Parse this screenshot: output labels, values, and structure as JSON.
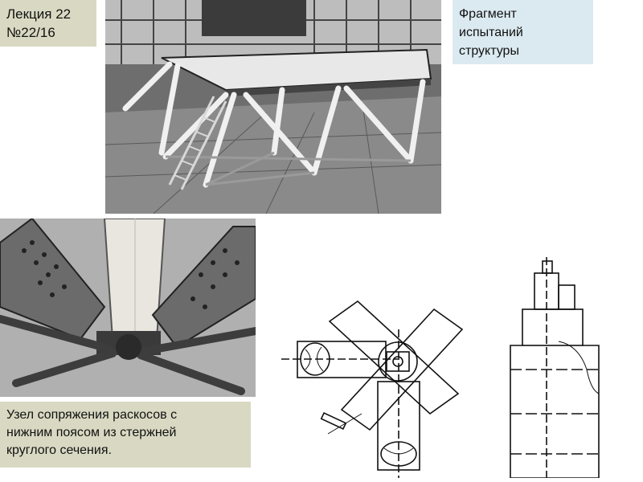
{
  "lecture": {
    "line1": "Лекция 22",
    "line2": "№22/16"
  },
  "caption_top": {
    "line1": "Фрагмент",
    "line2": "испытаний",
    "line3": "структуры"
  },
  "caption_bottom": {
    "line1": "Узел сопряжения раскосов с",
    "line2": "нижним поясом из стержней",
    "line3": "круглого сечения."
  },
  "colors": {
    "lecture_bg": "#d9d9c3",
    "caption_top_bg": "#dbeaf0",
    "caption_bottom_bg": "#d9d9c3"
  }
}
